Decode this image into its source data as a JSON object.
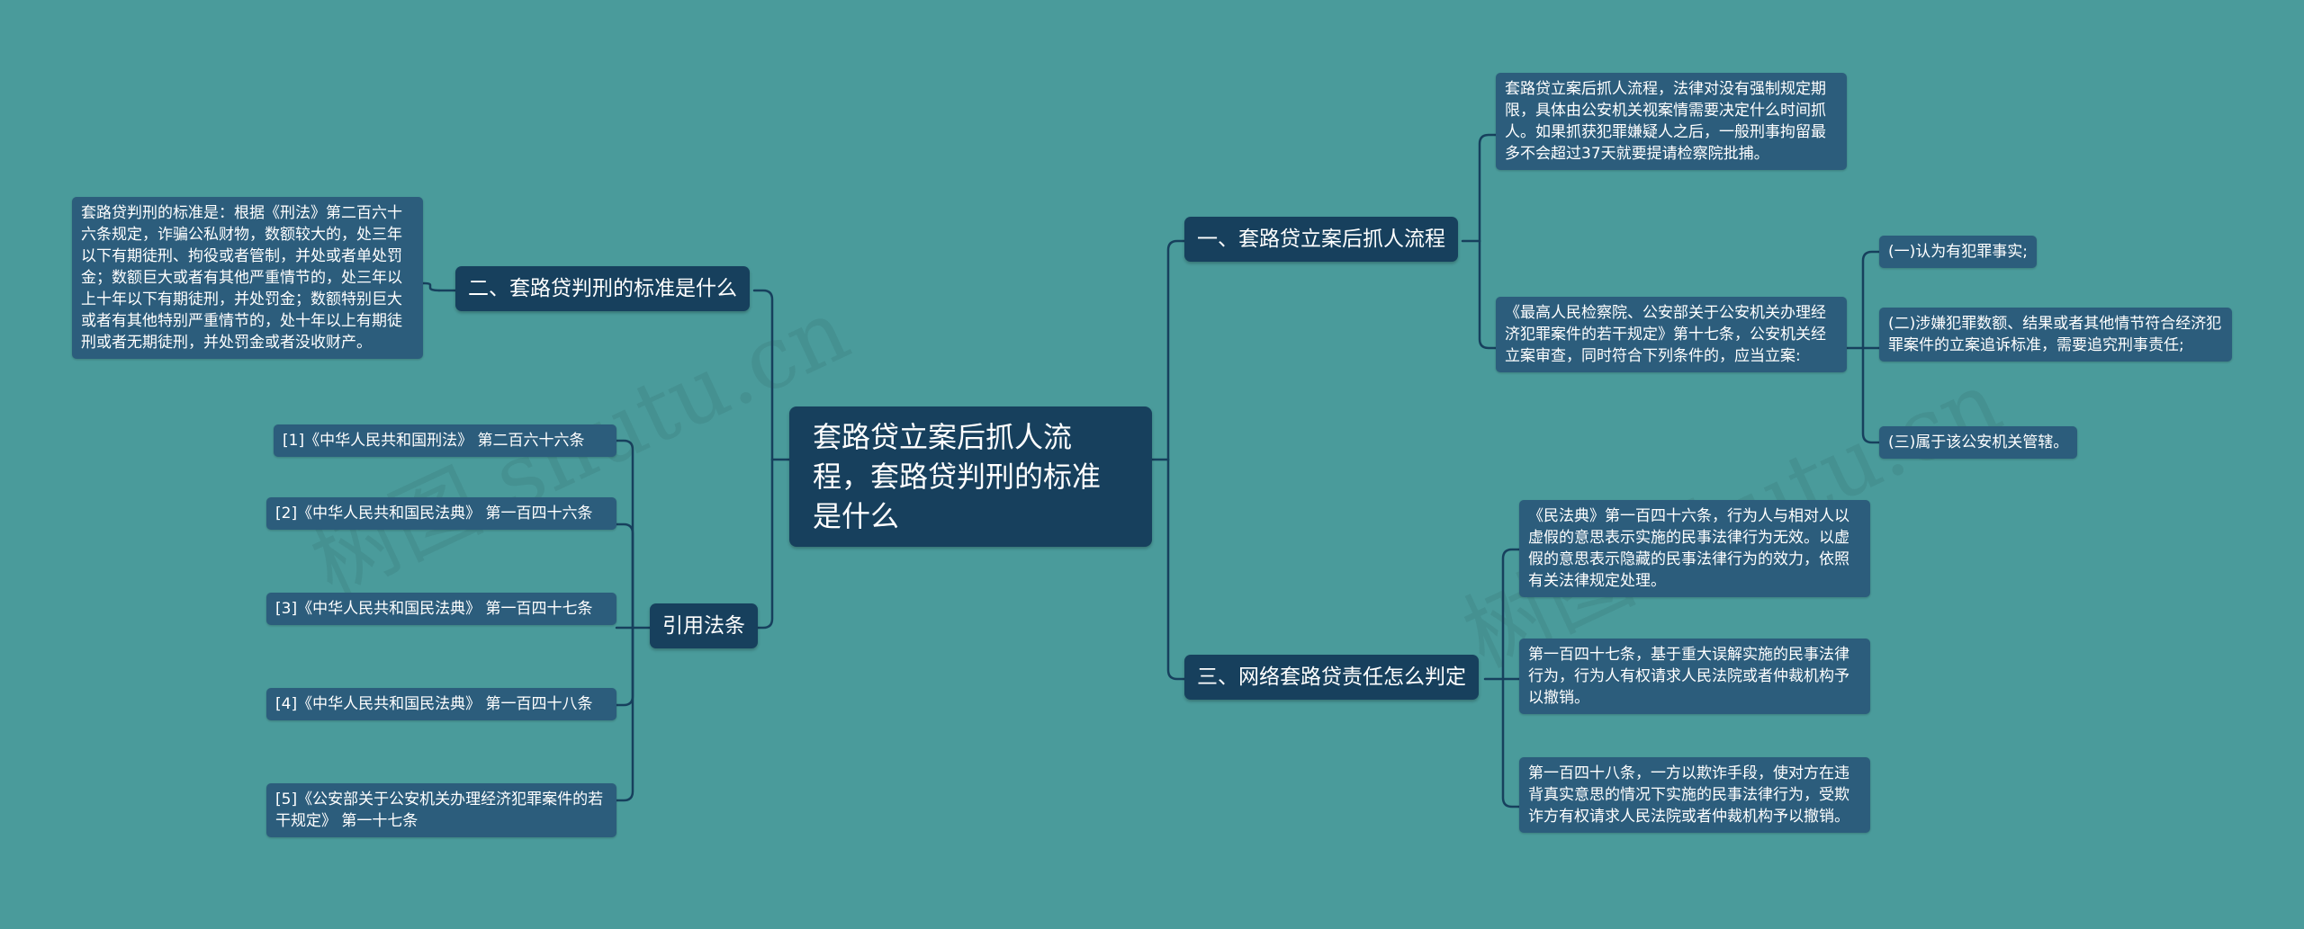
{
  "root": "套路贷立案后抓人流程，套路贷判刑的标准是什么",
  "branches": {
    "b1": "一、套路贷立案后抓人流程",
    "b2": "二、套路贷判刑的标准是什么",
    "b3": "三、网络套路贷责任怎么判定",
    "b4": "引用法条"
  },
  "b1_items": {
    "i1": "套路贷立案后抓人流程，法律对没有强制规定期限，具体由公安机关视案情需要决定什么时间抓人。如果抓获犯罪嫌疑人之后，一般刑事拘留最多不会超过37天就要提请检察院批捕。",
    "i2": "《最高人民检察院、公安部关于公安机关办理经济犯罪案件的若干规定》第十七条，公安机关经立案审查，同时符合下列条件的，应当立案:",
    "sub": [
      "(一)认为有犯罪事实;",
      "(二)涉嫌犯罪数额、结果或者其他情节符合经济犯罪案件的立案追诉标准，需要追究刑事责任;",
      "(三)属于该公安机关管辖。"
    ]
  },
  "b2_items": {
    "i1": "套路贷判刑的标准是：根据《刑法》第二百六十六条规定，诈骗公私财物，数额较大的，处三年以下有期徒刑、拘役或者管制，并处或者单处罚金；数额巨大或者有其他严重情节的，处三年以上十年以下有期徒刑，并处罚金；数额特别巨大或者有其他特别严重情节的，处十年以上有期徒刑或者无期徒刑，并处罚金或者没收财产。"
  },
  "b3_items": [
    "《民法典》第一百四十六条，行为人与相对人以虚假的意思表示实施的民事法律行为无效。以虚假的意思表示隐藏的民事法律行为的效力，依照有关法律规定处理。",
    "第一百四十七条，基于重大误解实施的民事法律行为，行为人有权请求人民法院或者仲裁机构予以撤销。",
    "第一百四十八条，一方以欺诈手段，使对方在违背真实意思的情况下实施的民事法律行为，受欺诈方有权请求人民法院或者仲裁机构予以撤销。"
  ],
  "b4_items": [
    "[1]《中华人民共和国刑法》 第二百六十六条",
    "[2]《中华人民共和国民法典》 第一百四十六条",
    "[3]《中华人民共和国民法典》 第一百四十七条",
    "[4]《中华人民共和国民法典》 第一百四十八条",
    "[5]《公安部关于公安机关办理经济犯罪案件的若干规定》 第一十七条"
  ],
  "watermarks": [
    "树图 shutu.cn",
    "树图 shutu.cn"
  ],
  "colors": {
    "background": "#4a9b9b",
    "root": "#17405d",
    "branch": "#17405d",
    "leaf": "#2c5d7c",
    "line": "#17405d"
  }
}
